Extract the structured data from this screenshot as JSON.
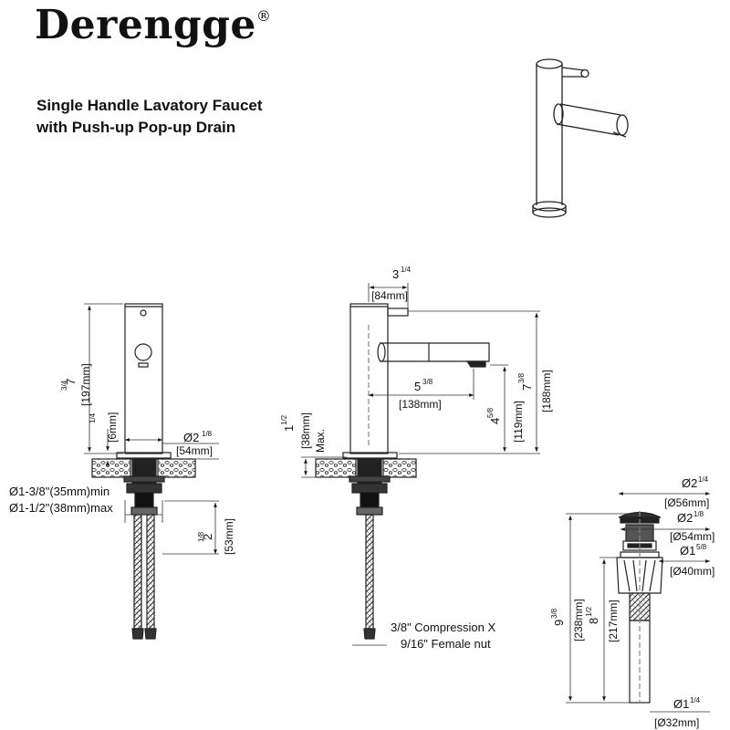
{
  "brand": {
    "name": "Derengge",
    "mark": "®"
  },
  "title": {
    "line1": "Single Handle Lavatory Faucet",
    "line2": "with Push-up Pop-up Drain"
  },
  "front_view": {
    "height_in": "7",
    "height_frac": "3/4",
    "height_mm": "[197mm]",
    "base_in_frac": "1/4",
    "base_mm": "[6mm]",
    "diameter_in": "Ø2",
    "diameter_frac": "1/8",
    "diameter_mm": "[54mm]",
    "hole_min": "Ø1-3/8\"(35mm)min",
    "hole_max": "Ø1-1/2\"(38mm)max",
    "shank_in": "2",
    "shank_frac": "1/8",
    "shank_mm": "[53mm]"
  },
  "side_view": {
    "handle_in": "3",
    "handle_frac": "1/4",
    "handle_mm": "[84mm]",
    "reach_in": "5",
    "reach_frac": "3/8",
    "reach_mm": "[138mm]",
    "spout_height_in": "4",
    "spout_height_frac": "5/8",
    "spout_height_mm": "[119mm]",
    "total_height_in": "7",
    "total_height_frac": "3/8",
    "total_height_mm": "[188mm]",
    "deck_in": "1",
    "deck_frac": "1/2",
    "deck_mm": "[38mm]",
    "deck_note": "Max.",
    "connection_line1": "3/8\" Compression X",
    "connection_line2": "9/16\" Female nut"
  },
  "drain": {
    "cap_dia_in": "Ø2",
    "cap_dia_frac": "1/4",
    "cap_dia_mm": "[Ø56mm]",
    "flange_dia_in": "Ø2",
    "flange_dia_frac": "1/8",
    "flange_dia_mm": "[Ø54mm]",
    "body_dia_in": "Ø1",
    "body_dia_frac": "5/8",
    "body_dia_mm": "[Ø40mm]",
    "total_len_in": "9",
    "total_len_frac": "3/8",
    "total_len_mm": "[238mm]",
    "tail_len_in": "8",
    "tail_len_frac": "1/2",
    "tail_len_mm": "[217mm]",
    "tail_dia_in": "Ø1",
    "tail_dia_frac": "1/4",
    "tail_dia_mm": "[Ø32mm]"
  }
}
